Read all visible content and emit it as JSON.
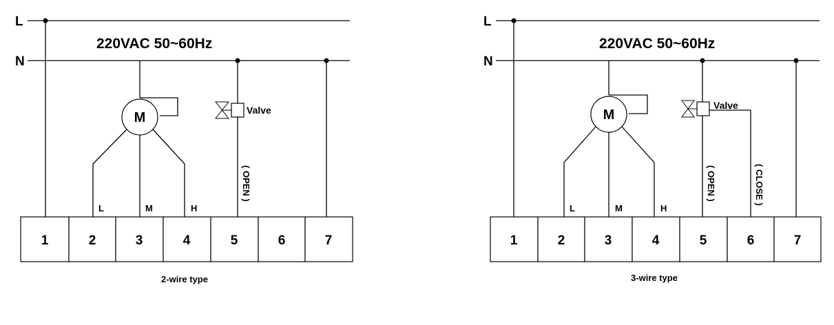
{
  "diagrams": [
    {
      "rail_l": "L",
      "rail_n": "N",
      "supply": "220VAC  50~60Hz",
      "motor": "M",
      "tap_l": "L",
      "tap_m": "M",
      "tap_h": "H",
      "valve": "Valve",
      "open": "( OPEN )",
      "close": "",
      "terminals": [
        "1",
        "2",
        "3",
        "4",
        "5",
        "6",
        "7"
      ],
      "caption": "2-wire type"
    },
    {
      "rail_l": "L",
      "rail_n": "N",
      "supply": "220VAC  50~60Hz",
      "motor": "M",
      "tap_l": "L",
      "tap_m": "M",
      "tap_h": "H",
      "valve": "Valve",
      "open": "( OPEN )",
      "close": "( CLOSE )",
      "terminals": [
        "1",
        "2",
        "3",
        "4",
        "5",
        "6",
        "7"
      ],
      "caption": "3-wire type"
    }
  ]
}
